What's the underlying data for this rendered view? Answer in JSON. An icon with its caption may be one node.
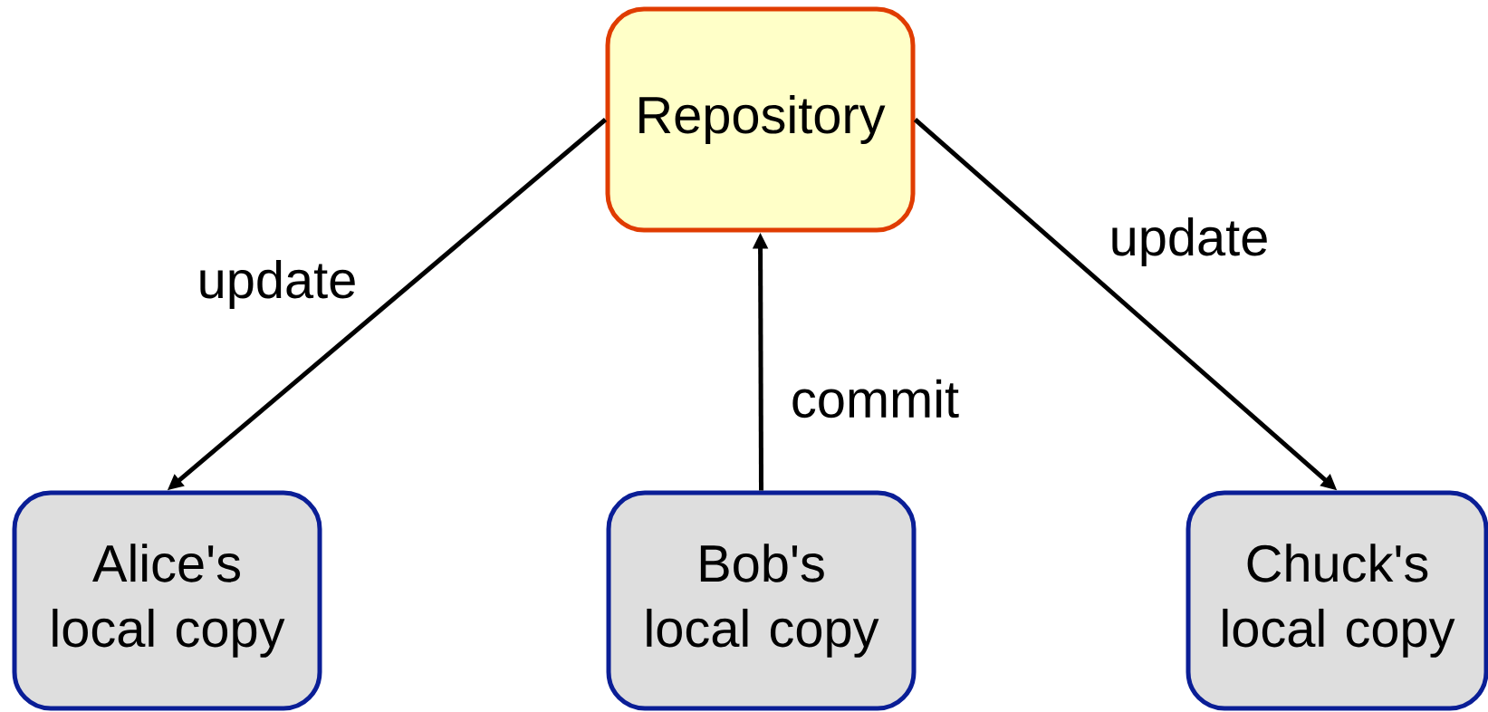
{
  "diagram": {
    "nodes": [
      {
        "text": [
          "Repository"
        ]
      },
      {
        "text": [
          "Alice's local copy"
        ]
      },
      {
        "text": [
          "Bob's local copy"
        ]
      },
      {
        "text": [
          "Chuck's local copy"
        ]
      }
    ],
    "edges": [
      {
        "from": 0,
        "to": 1,
        "arrow": "to",
        "label": "update"
      },
      {
        "from": 2,
        "to": 0,
        "arrow": "to",
        "label": "commit"
      },
      {
        "from": 0,
        "to": 3,
        "arrow": "to",
        "label": "update"
      }
    ]
  }
}
